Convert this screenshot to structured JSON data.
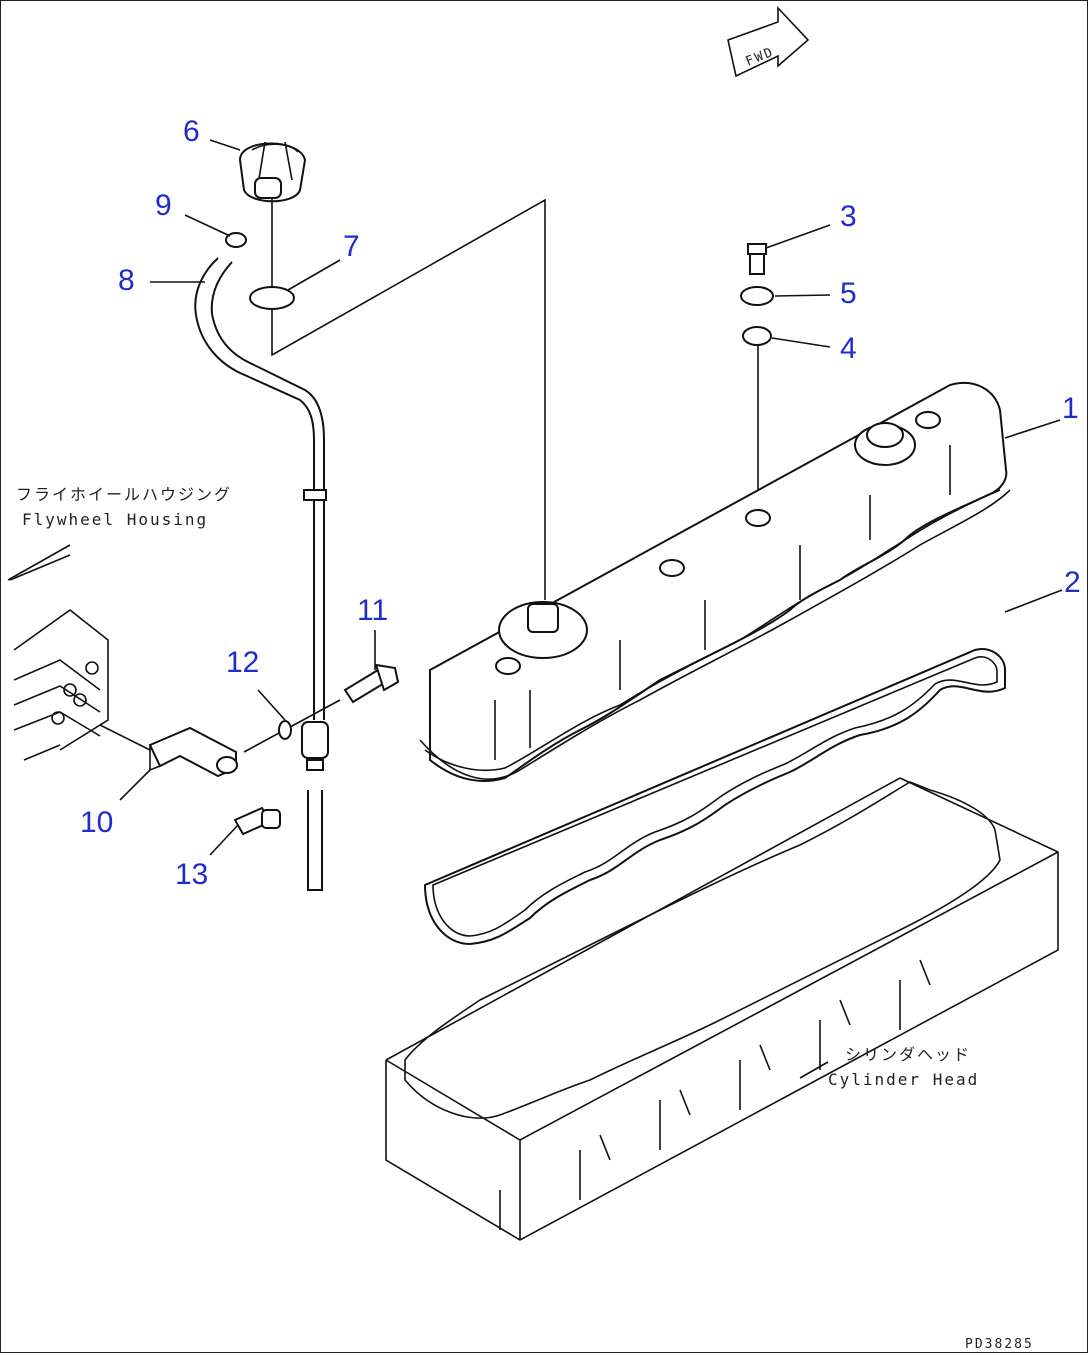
{
  "direction_marker": "FWD",
  "labels": {
    "flywheel_jp": "フライホイールハウジング",
    "flywheel_en": "Flywheel Housing",
    "cylinder_jp": "シリンダヘッド",
    "cylinder_en": "Cylinder Head"
  },
  "reference_code": "PD38285",
  "callouts": {
    "c1": "1",
    "c2": "2",
    "c3": "3",
    "c4": "4",
    "c5": "5",
    "c6": "6",
    "c7": "7",
    "c8": "8",
    "c9": "9",
    "c10": "10",
    "c11": "11",
    "c12": "12",
    "c13": "13"
  },
  "colors": {
    "callout": "#1e2ccc",
    "line": "#111111"
  }
}
